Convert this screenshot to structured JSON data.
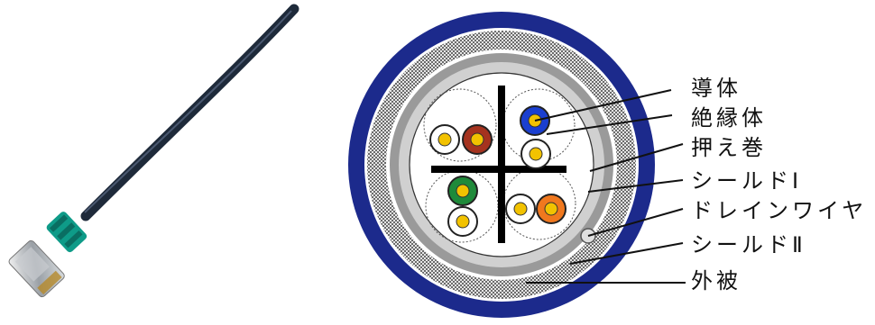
{
  "labels": {
    "conductor": "導体",
    "insulation": "絶縁体",
    "binder_tape": "押え巻",
    "shield_1": "シールドⅠ",
    "drain_wire": "ドレインワイヤ",
    "shield_2": "シールドⅡ",
    "outer_jacket": "外被"
  },
  "colors": {
    "jacket": "#1c2a8c",
    "shield": "#9a9a9a",
    "binder": "#d0d0d0",
    "pair_blue": "#1a3fd0",
    "pair_brown": "#a5331f",
    "pair_green": "#1f8a3a",
    "pair_orange": "#f0781e",
    "conductor": "#f2c200",
    "patch_cable": "#1e2a3a",
    "boot": "#0e9b88"
  },
  "icons": {
    "left_image": "ethernet-patch-cable-icon",
    "right_image": "cable-cross-section-icon"
  }
}
